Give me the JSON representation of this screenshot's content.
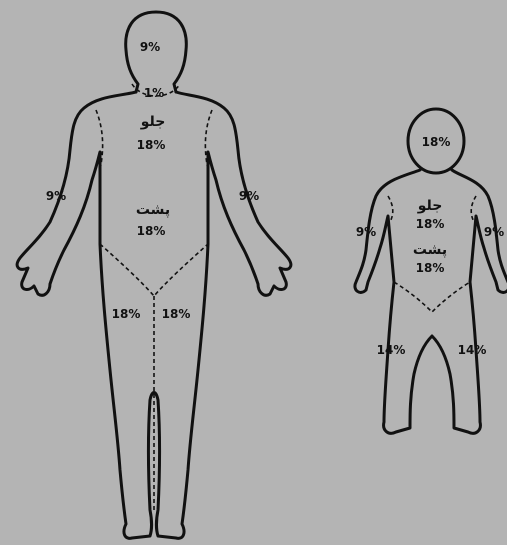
{
  "adult": {
    "head": "9%",
    "neck": "1%",
    "front_word": "جلو",
    "front_pct": "18%",
    "back_word": "پشت",
    "back_pct": "18%",
    "left_arm": "9%",
    "right_arm": "9%",
    "left_leg": "18%",
    "right_leg": "18%"
  },
  "child": {
    "head": "18%",
    "front_word": "جلو",
    "front_pct": "18%",
    "back_word": "پشت",
    "back_pct": "18%",
    "left_arm": "9%",
    "right_arm": "9%",
    "left_leg": "14%",
    "right_leg": "14%"
  },
  "colors": {
    "background": "#b4b4b4",
    "line": "#111111"
  }
}
